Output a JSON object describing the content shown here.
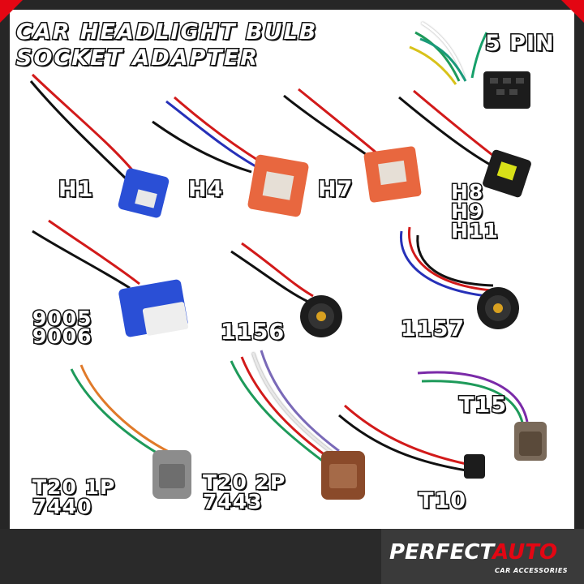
{
  "title": {
    "line1": "CAR HEADLIGHT BULB",
    "line2": "SOCKET ADAPTER"
  },
  "labels": {
    "five_pin": "5 PIN",
    "h1": "H1",
    "h4": "H4",
    "h7": "H7",
    "h8": "H8",
    "h9": "H9",
    "h11": "H11",
    "s9005": "9005",
    "s9006": "9006",
    "s1156": "1156",
    "s1157": "1157",
    "t15": "T15",
    "t20_1p": "T20 1P",
    "s7440": "7440",
    "t20_2p": "T20 2P",
    "s7443": "7443",
    "t10": "T10"
  },
  "brand": {
    "name_part1": "PERFECT",
    "name_part2": "AUTO",
    "tagline": "CAR ACCESSORIES"
  },
  "colors": {
    "accent_red": "#e30613",
    "socket_blue": "#2a4fd6",
    "socket_orange": "#e8673f",
    "socket_brown": "#8a4a2a",
    "socket_gray": "#7a7a7a"
  }
}
